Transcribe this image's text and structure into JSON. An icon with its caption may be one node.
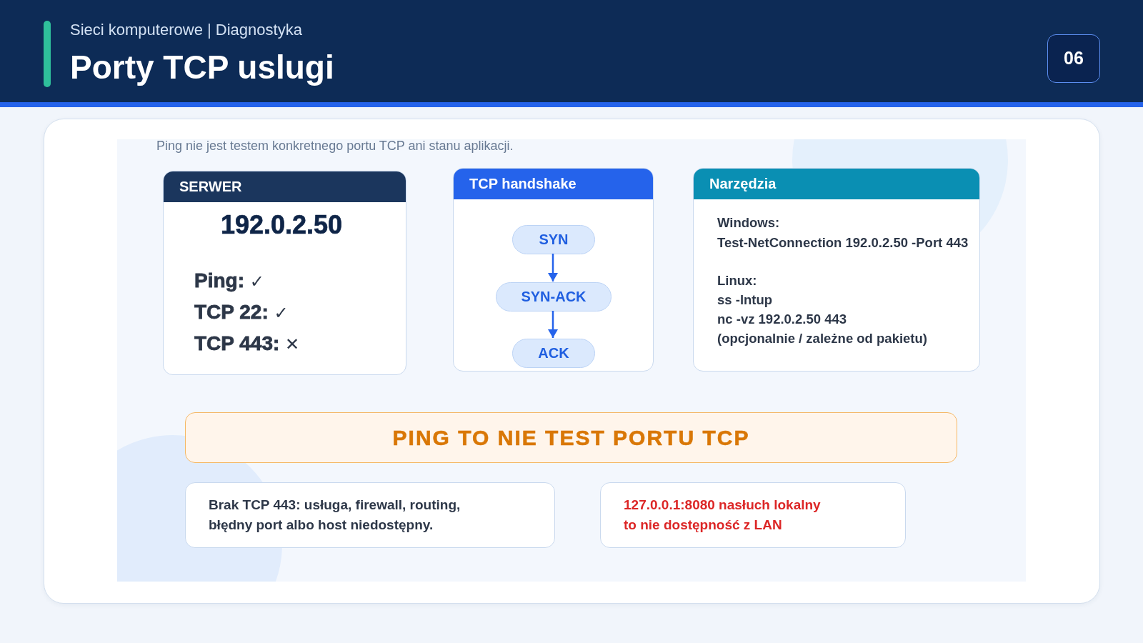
{
  "diagram": {
    "title": "Porty TCP uslugi",
    "nodes": [
      {
        "text": [
          "SERWER",
          "192.0.2.50",
          "Ping: ✓",
          "TCP 22: ✓",
          "TCP 443: ✕"
        ]
      },
      {
        "text": [
          "TCP handshake"
        ]
      },
      {
        "text": [
          "SYN"
        ],
        "in": 1
      },
      {
        "text": [
          "SYN-ACK"
        ],
        "in": 1
      },
      {
        "text": [
          "ACK"
        ],
        "in": 1
      },
      {
        "text": [
          "Narzędzia",
          "Windows:",
          "Test-NetConnection 192.0.2.50 -Port 443",
          "Linux:",
          "ss -lntup",
          "nc -vz 192.0.2.50 443",
          "(opcjonalnie / zależne od pakietu)"
        ]
      },
      {
        "text": [
          "PING TO NIE TEST PORTU TCP"
        ]
      },
      {
        "text": [
          "Brak TCP 443: usługa, firewall, routing, błędny port albo host niedostępny."
        ]
      },
      {
        "text": [
          "127.0.0.1:8080 nasłuch lokalny to nie dostępność z LAN"
        ]
      }
    ],
    "edges": [
      {
        "from": 2,
        "to": 3,
        "arrow": "to"
      },
      {
        "from": 3,
        "to": 4,
        "arrow": "to"
      }
    ],
    "labels": [
      "Sieci komputerowe | Diagnostyka",
      "06",
      "Ping nie jest testem konkretnego portu TCP ani stanu aplikacji."
    ]
  }
}
